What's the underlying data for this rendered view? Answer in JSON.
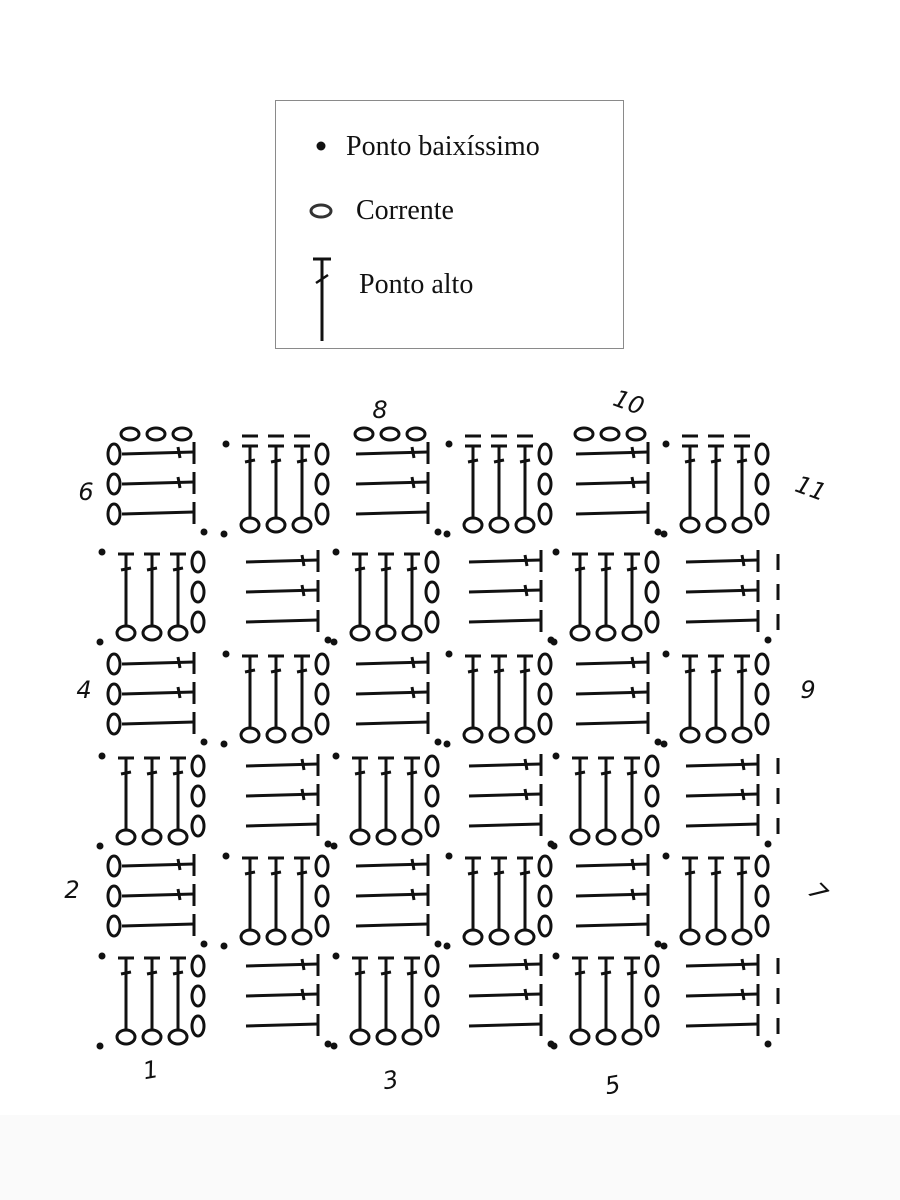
{
  "legend": {
    "items": [
      {
        "symbol": "slip-stitch-dot",
        "label": "Ponto baixíssimo"
      },
      {
        "symbol": "chain-oval",
        "label": "Corrente"
      },
      {
        "symbol": "double-crochet",
        "label": "Ponto alto"
      }
    ]
  },
  "diagram": {
    "ink_color": "#111111",
    "row_labels": [
      "1",
      "2",
      "3",
      "4",
      "5",
      "6",
      "7",
      "8",
      "9",
      "10",
      "11"
    ],
    "grid": {
      "rows": 6,
      "cols": 6,
      "stitches_per_block": 3,
      "pattern_rows_top_to_bottom": [
        [
          "horizontal",
          "vertical",
          "horizontal",
          "vertical",
          "horizontal",
          "vertical"
        ],
        [
          "vertical",
          "horizontal",
          "vertical",
          "horizontal",
          "vertical",
          "horizontal"
        ],
        [
          "horizontal",
          "vertical",
          "horizontal",
          "vertical",
          "horizontal",
          "vertical"
        ],
        [
          "vertical",
          "horizontal",
          "vertical",
          "horizontal",
          "vertical",
          "horizontal"
        ],
        [
          "horizontal",
          "vertical",
          "horizontal",
          "vertical",
          "horizontal",
          "vertical"
        ],
        [
          "vertical",
          "horizontal",
          "vertical",
          "horizontal",
          "vertical",
          "horizontal"
        ]
      ]
    }
  }
}
